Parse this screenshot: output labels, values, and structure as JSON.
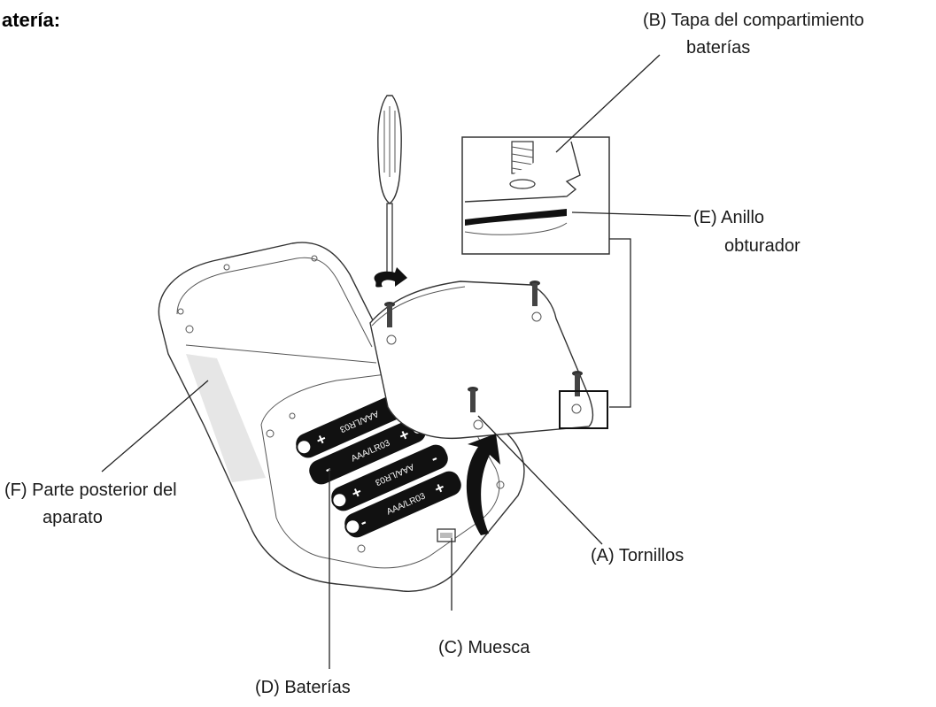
{
  "header": {
    "title": "atería:"
  },
  "labels": {
    "b_line1": "(B)  Tapa del compartimiento",
    "b_line2": "baterías",
    "e_line1": "(E) Anillo",
    "e_line2": "obturador",
    "f_line1": "(F) Parte posterior del",
    "f_line2": "aparato",
    "a": "(A) Tornillos",
    "c": "(C) Muesca",
    "d": "(D) Baterías"
  },
  "batteries": {
    "type": "AAA/LR03",
    "plus": "+",
    "minus": "-"
  }
}
